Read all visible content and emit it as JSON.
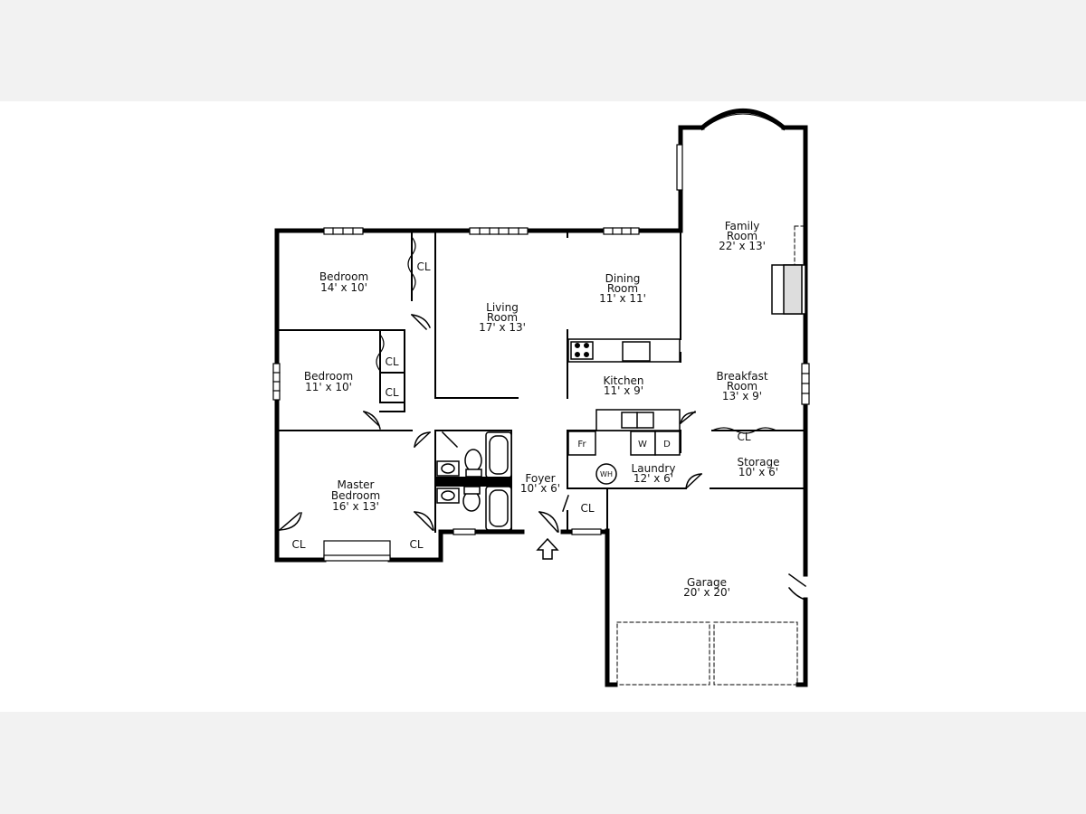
{
  "floor_plan": {
    "rooms": {
      "bedroom_1": {
        "name": "Bedroom",
        "dims": "14' x 10'"
      },
      "bedroom_2": {
        "name": "Bedroom",
        "dims": "11' x 10'"
      },
      "master_bedroom": {
        "name_line1": "Master",
        "name_line2": "Bedroom",
        "dims": "16' x 13'"
      },
      "living_room": {
        "name_line1": "Living",
        "name_line2": "Room",
        "dims": "17' x 13'"
      },
      "dining_room": {
        "name_line1": "Dining",
        "name_line2": "Room",
        "dims": "11' x 11'"
      },
      "family_room": {
        "name_line1": "Family",
        "name_line2": "Room",
        "dims": "22' x 13'"
      },
      "kitchen": {
        "name": "Kitchen",
        "dims": "11' x 9'"
      },
      "breakfast_room": {
        "name_line1": "Breakfast",
        "name_line2": "Room",
        "dims": "13' x 9'"
      },
      "foyer": {
        "name": "Foyer",
        "dims": "10' x 6'"
      },
      "laundry": {
        "name": "Laundry",
        "dims": "12' x 6'"
      },
      "storage": {
        "name": "Storage",
        "dims": "10' x 6'"
      },
      "garage": {
        "name": "Garage",
        "dims": "20' x 20'"
      }
    },
    "closet_label": "CL",
    "fixtures": {
      "fridge": "Fr",
      "washer": "W",
      "dryer": "D",
      "water_heater": "WH"
    }
  }
}
